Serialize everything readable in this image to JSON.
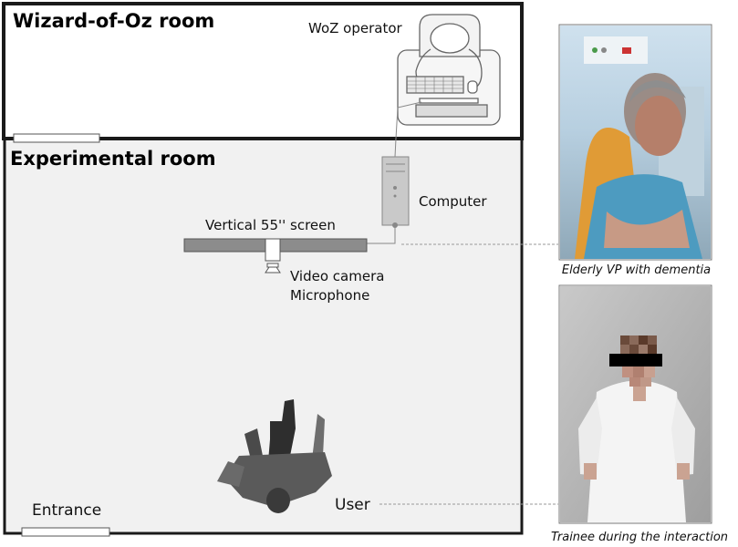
{
  "rooms": {
    "woz_title": "Wizard-of-Oz room",
    "experimental_title": "Experimental room"
  },
  "labels": {
    "woz_operator": "WoZ operator",
    "computer": "Computer",
    "screen": "Vertical 55'' screen",
    "camera": "Video camera",
    "microphone": "Microphone",
    "user": "User",
    "entrance": "Entrance"
  },
  "captions": {
    "vp_photo": "Elderly VP with dementia",
    "trainee_photo": "Trainee during the interaction"
  },
  "colors": {
    "woz_floor": "#ffffff",
    "experimental_floor": "#f1f1f1",
    "wall": "#1a1a1a",
    "screen_fill": "#8c8c8c",
    "computer_fill": "#c9c9c9",
    "user_figure": "#555555",
    "connector": "#888888"
  },
  "icons": {
    "operator": "operator-at-desk-icon",
    "computer": "computer-tower-icon",
    "camera": "video-camera-icon",
    "user": "top-down-person-icon"
  }
}
